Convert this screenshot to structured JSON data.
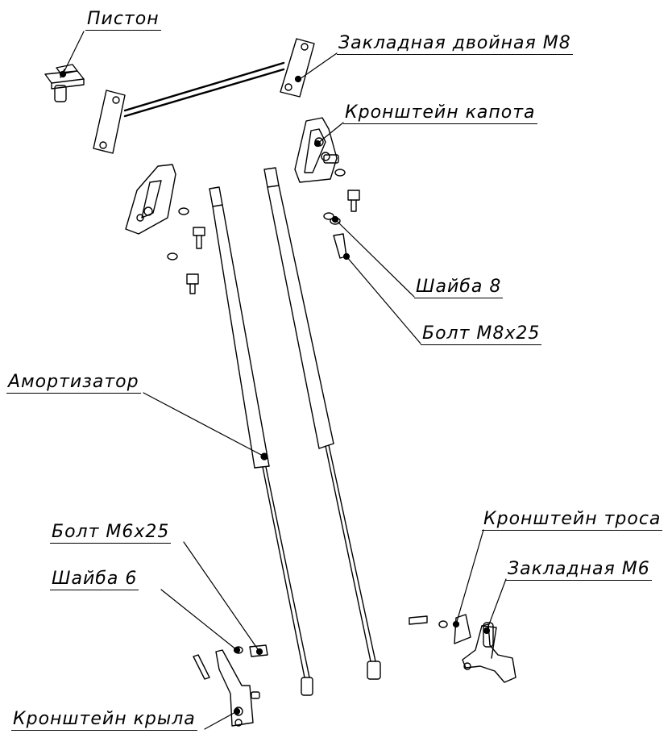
{
  "diagram": {
    "labels": {
      "piston": "Пистон",
      "insert_double_m8": "Закладная двойная М8",
      "hood_bracket": "Кронштейн капота",
      "washer_8": "Шайба 8",
      "bolt_m8x25": "Болт М8х25",
      "shock_absorber": "Амортизатор",
      "bolt_m6x25": "Болт М6х25",
      "washer_6": "Шайба 6",
      "cable_bracket": "Кронштейн троса",
      "insert_m6": "Закладная М6",
      "wing_bracket": "Кронштейн крыла"
    },
    "colors": {
      "line": "#000000",
      "background": "#ffffff"
    }
  }
}
